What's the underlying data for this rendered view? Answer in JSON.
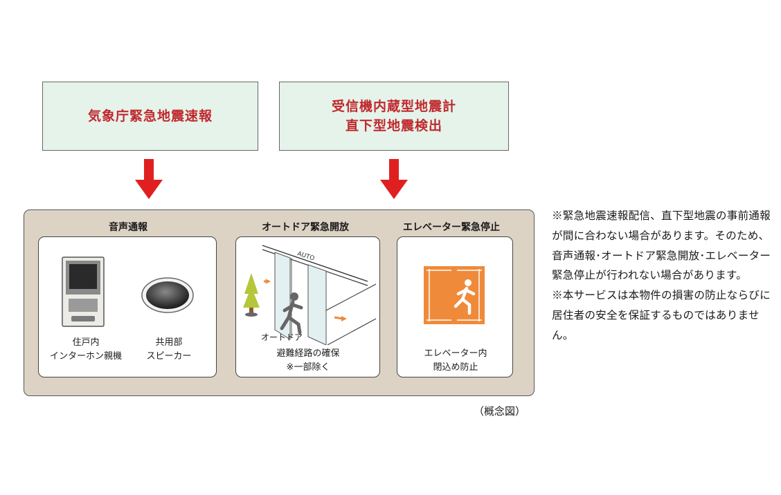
{
  "sources": [
    {
      "lines": [
        "気象庁緊急地震速報"
      ]
    },
    {
      "lines": [
        "受信機内蔵型地震計",
        "直下型地震検出"
      ]
    }
  ],
  "sections": [
    {
      "title": "音声通報",
      "items": [
        {
          "label_lines": [
            "住戸内",
            "インターホン親機"
          ],
          "icon": "intercom-icon"
        },
        {
          "label_lines": [
            "共用部",
            "スピーカー"
          ],
          "icon": "speaker-icon"
        }
      ]
    },
    {
      "title": "オートドア緊急開放",
      "door_sign": "AUTO",
      "door_label": "オートドア",
      "label_lines": [
        "避難経路の確保",
        "※一部除く"
      ],
      "icon": "auto-door-icon"
    },
    {
      "title": "エレベーター緊急停止",
      "label_lines": [
        "エレベーター内",
        "閉込め防止"
      ],
      "icon": "elevator-exit-icon"
    }
  ],
  "notes": [
    "※緊急地震速報配信、直下型地震の事前通報が間に合わない場合があります。そのため、音声通報･オートドア緊急開放･エレベーター緊急停止が行われない場合があります。",
    "※本サービスは本物件の損害の防止ならびに居住者の安全を保証するものではありません。"
  ],
  "caption": "（概念図）",
  "colors": {
    "source_text": "#c0282d",
    "source_bg": "#e6f3ea",
    "arrow": "#e02020",
    "panel_bg": "#dcd3c4",
    "elevator": "#ef8a3a"
  }
}
